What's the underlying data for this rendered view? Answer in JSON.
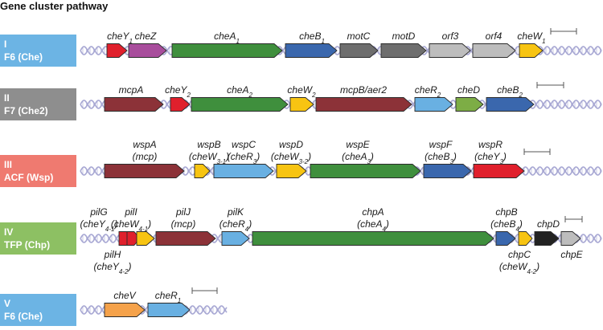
{
  "header": "Gene cluster pathway",
  "colors": {
    "red": "#e0202c",
    "magenta": "#a84d9c",
    "green": "#3f8f3d",
    "blue": "#3a67ad",
    "darkgray": "#6e6e6e",
    "lightgray": "#bdbdbd",
    "yellow": "#f7c412",
    "maroon": "#8c3238",
    "lightblue": "#69b0e2",
    "lightgreen": "#7dad45",
    "black": "#222222",
    "orange": "#f5a24a",
    "dna": "#a9a9d4"
  },
  "rows": [
    {
      "num": "I",
      "name": "F6 (Che)",
      "badge": "#6cb4e4",
      "genes": [
        {
          "color": "red",
          "labels": [
            [
              "cheY",
              "1"
            ]
          ]
        },
        {
          "color": "magenta",
          "labels": [
            [
              "cheZ",
              ""
            ]
          ]
        },
        {
          "color": "green",
          "labels": [
            [
              "cheA",
              "1"
            ]
          ]
        },
        {
          "color": "blue",
          "labels": [
            [
              "cheB",
              "1"
            ]
          ]
        },
        {
          "color": "darkgray",
          "labels": [
            [
              "motC",
              ""
            ]
          ]
        },
        {
          "color": "darkgray",
          "labels": [
            [
              "motD",
              ""
            ]
          ]
        },
        {
          "color": "lightgray",
          "labels": [
            [
              "orf3",
              ""
            ]
          ]
        },
        {
          "color": "lightgray",
          "labels": [
            [
              "orf4",
              ""
            ]
          ]
        },
        {
          "color": "yellow",
          "labels": [
            [
              "cheW",
              "1"
            ]
          ]
        }
      ]
    },
    {
      "num": "II",
      "name": "F7 (Che2)",
      "badge": "#8e8e8e",
      "genes": [
        {
          "color": "maroon",
          "labels": [
            [
              "mcpA",
              ""
            ]
          ]
        },
        {
          "color": "red",
          "labels": [
            [
              "cheY",
              "2"
            ]
          ]
        },
        {
          "color": "green",
          "labels": [
            [
              "cheA",
              "2"
            ]
          ]
        },
        {
          "color": "yellow",
          "labels": [
            [
              "cheW",
              "2"
            ]
          ]
        },
        {
          "color": "maroon",
          "labels": [
            [
              "mcpB/aer2",
              ""
            ]
          ]
        },
        {
          "color": "lightblue",
          "labels": [
            [
              "cheR",
              "2"
            ]
          ]
        },
        {
          "color": "lightgreen",
          "labels": [
            [
              "cheD",
              ""
            ]
          ]
        },
        {
          "color": "blue",
          "labels": [
            [
              "cheB",
              "2"
            ]
          ]
        }
      ]
    },
    {
      "num": "III",
      "name": "ACF (Wsp)",
      "badge": "#ef7a70",
      "genes": [
        {
          "color": "maroon",
          "labels": [
            [
              "wspA",
              ""
            ],
            [
              "(mcp)",
              ""
            ]
          ]
        },
        {
          "color": "yellow",
          "labels": [
            [
              "wspB",
              ""
            ],
            [
              "(cheW",
              "3-1",
              ")"
            ]
          ]
        },
        {
          "color": "lightblue",
          "labels": [
            [
              "wspC",
              ""
            ],
            [
              "(cheR",
              "3",
              ")"
            ]
          ]
        },
        {
          "color": "yellow",
          "labels": [
            [
              "wspD",
              ""
            ],
            [
              "(cheW",
              "3-2",
              ")"
            ]
          ]
        },
        {
          "color": "green",
          "labels": [
            [
              "wspE",
              ""
            ],
            [
              "(cheA",
              "3",
              ")"
            ]
          ]
        },
        {
          "color": "blue",
          "labels": [
            [
              "wspF",
              ""
            ],
            [
              "(cheB",
              "3",
              ")"
            ]
          ]
        },
        {
          "color": "red",
          "labels": [
            [
              "wspR",
              ""
            ],
            [
              "(cheY",
              "3",
              ")"
            ]
          ]
        }
      ]
    },
    {
      "num": "IV",
      "name": "TFP (Chp)",
      "badge": "#8dc063",
      "genes": [
        {
          "color": "red",
          "labels": [
            [
              "pilG",
              ""
            ],
            [
              "(cheY",
              "4-1",
              ")"
            ]
          ]
        },
        {
          "color": "red",
          "labels": [
            [
              "pilH",
              ""
            ],
            [
              "(cheY",
              "4-2",
              ")"
            ]
          ]
        },
        {
          "color": "yellow",
          "labels": [
            [
              "pilI",
              ""
            ],
            [
              "(cheW",
              "4-1",
              ")"
            ]
          ]
        },
        {
          "color": "maroon",
          "labels": [
            [
              "pilJ",
              ""
            ],
            [
              "(mcp)",
              ""
            ]
          ]
        },
        {
          "color": "lightblue",
          "labels": [
            [
              "pilK",
              ""
            ],
            [
              "(cheR",
              "4",
              ")"
            ]
          ]
        },
        {
          "color": "green",
          "labels": [
            [
              "chpA",
              ""
            ],
            [
              "(cheA",
              "4",
              ")"
            ]
          ]
        },
        {
          "color": "blue",
          "labels": [
            [
              "chpB",
              ""
            ],
            [
              "(cheB",
              "4",
              ")"
            ]
          ]
        },
        {
          "color": "yellow",
          "labels": [
            [
              "chpC",
              ""
            ],
            [
              "(cheW",
              "4-2",
              ")"
            ]
          ]
        },
        {
          "color": "black",
          "labels": [
            [
              "chpD",
              ""
            ]
          ]
        },
        {
          "color": "lightgray",
          "labels": [
            [
              "chpE",
              ""
            ]
          ]
        }
      ]
    },
    {
      "num": "V",
      "name": "F6 (Che)",
      "badge": "#6cb4e4",
      "genes": [
        {
          "color": "orange",
          "labels": [
            [
              "cheV",
              ""
            ]
          ]
        },
        {
          "color": "lightblue",
          "labels": [
            [
              "cheR",
              "1"
            ]
          ]
        }
      ]
    }
  ]
}
